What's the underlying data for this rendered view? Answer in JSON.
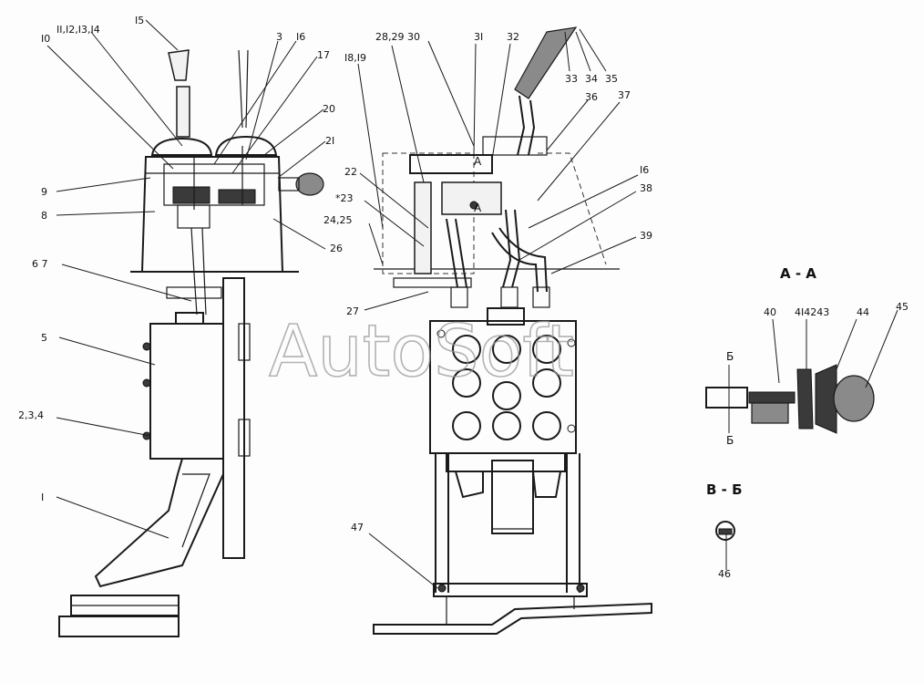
{
  "watermark": "AutoSoft",
  "section_titles": {
    "aa": "A - A",
    "bb": "B - Б"
  },
  "view_marks": {
    "a_top": "A",
    "a_mid": "A",
    "b_top": "Б",
    "b_bot": "Б"
  },
  "callouts": {
    "c10": "I0",
    "c11_14": "II,I2,I3,I4",
    "c15": "I5",
    "c3": "3",
    "c16a": "I6",
    "c17": "17",
    "c20": "20",
    "c21": "2I",
    "c9": "9",
    "c8": "8",
    "c26": "26",
    "c67": "6 7",
    "c5": "5",
    "c234": "2,3,4",
    "c1": "I",
    "c18_19": "I8,I9",
    "c28_30": "28,29 30",
    "c31": "3I",
    "c32": "32",
    "c33": "33",
    "c34": "34",
    "c35": "35",
    "c36": "36",
    "c37": "37",
    "c16b": "I6",
    "c38": "38",
    "c22": "22",
    "c23": "*23",
    "c2425": "24,25",
    "c39": "39",
    "c27": "27",
    "c47": "47",
    "c40": "40",
    "c41_43": "4I4243",
    "c44": "44",
    "c45": "45",
    "c46": "46"
  }
}
